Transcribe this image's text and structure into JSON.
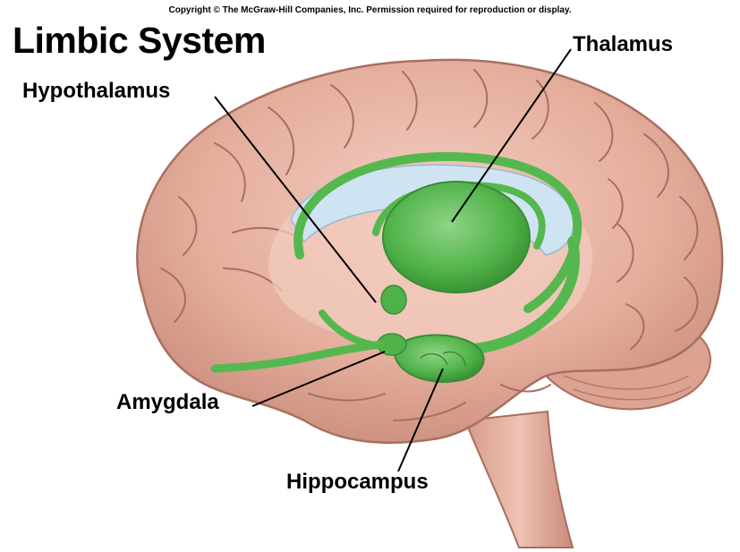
{
  "copyright": "Copyright © The McGraw-Hill Companies, Inc. Permission required for reproduction or display.",
  "title": "Limbic System",
  "labels": {
    "thalamus": "Thalamus",
    "hypothalamus": "Hypothalamus",
    "amygdala": "Amygdala",
    "hippocampus": "Hippocampus"
  },
  "colors": {
    "brain": "#e8b5a5",
    "brain_shadow": "#b47b6c",
    "limbic": "#55b84f",
    "ventricle": "#cfe4f2"
  }
}
